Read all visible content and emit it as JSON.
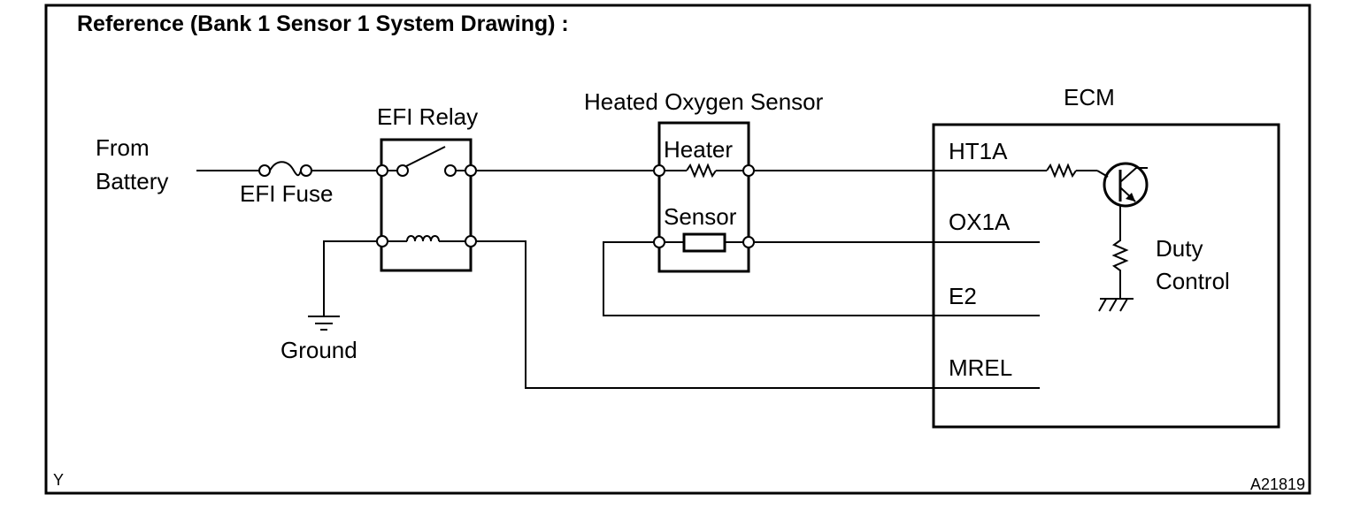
{
  "title": "Reference (Bank 1 Sensor 1 System Drawing) :",
  "labels": {
    "from_battery_1": "From",
    "from_battery_2": "Battery",
    "efi_fuse": "EFI Fuse",
    "efi_relay": "EFI Relay",
    "ground": "Ground",
    "heated_oxygen_sensor": "Heated Oxygen Sensor",
    "heater": "Heater",
    "sensor": "Sensor",
    "ecm": "ECM",
    "duty_control_1": "Duty",
    "duty_control_2": "Control"
  },
  "ecm_terminals": [
    "HT1A",
    "OX1A",
    "E2",
    "MREL"
  ],
  "footer": {
    "left_mark": "Y",
    "figure_id": "A21819"
  }
}
